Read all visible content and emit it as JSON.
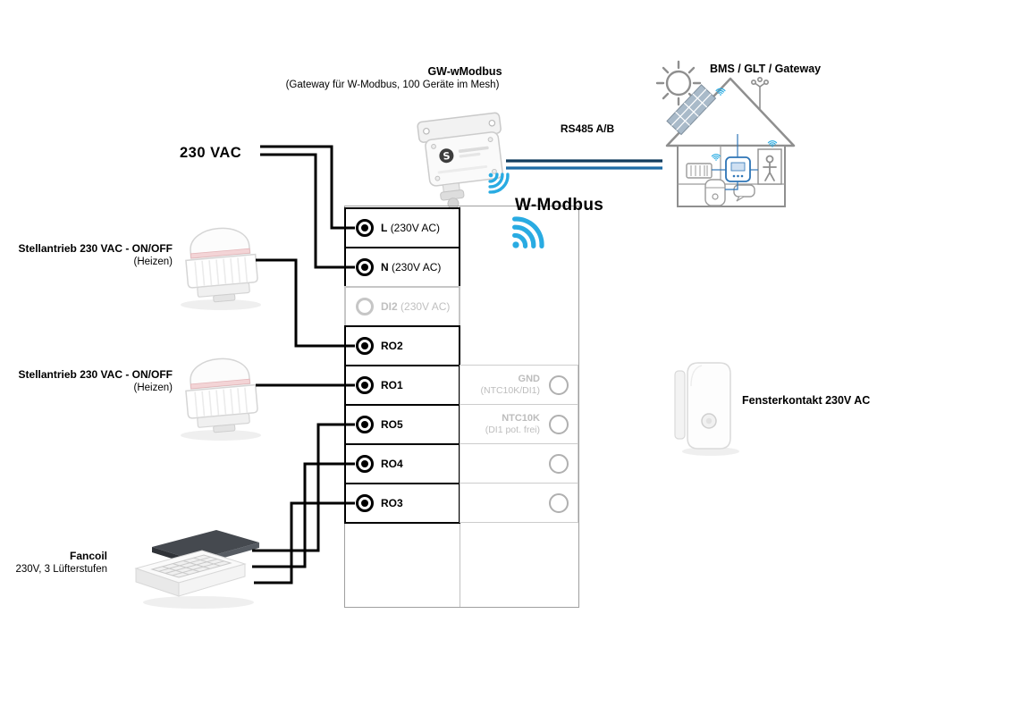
{
  "colors": {
    "wire": "#000000",
    "rs485_a": "#123c5d",
    "rs485_b": "#1c6ba5",
    "wifi_blue": "#29abe2",
    "smart_home_blue": "#2e75b6",
    "inactive_gray": "#bdbdbd"
  },
  "icons": {
    "wifi": "wifi-arcs",
    "sun": "sun",
    "house": "smart-home-building",
    "wind_sensor": "wind-sensor"
  },
  "gateway": {
    "title": "GW-wModbus",
    "subtitle": "(Gateway für W-Modbus, 100 Geräte im Mesh)"
  },
  "connections": {
    "supply": "230 VAC",
    "rs485": "RS485 A/B",
    "wmodbus": "W-Modbus"
  },
  "bms": {
    "label": "BMS / GLT / Gateway"
  },
  "actuator1": {
    "line1": "Stellantrieb 230 VAC - ON/OFF",
    "line2": "(Heizen)"
  },
  "actuator2": {
    "line1": "Stellantrieb 230 VAC - ON/OFF",
    "line2": "(Heizen)"
  },
  "window_contact": {
    "label": "Fensterkontakt 230V AC"
  },
  "fancoil": {
    "line1": "Fancoil",
    "line2": "230V, 3 Lüfterstufen"
  },
  "terminal_block": {
    "left": [
      {
        "label": "L",
        "sub": "(230V AC)",
        "state": "active"
      },
      {
        "label": "N",
        "sub": "(230V AC)",
        "state": "active"
      },
      {
        "label": "DI2",
        "sub": "(230V AC)",
        "state": "inactive"
      },
      {
        "label": "RO2",
        "sub": "",
        "state": "active"
      },
      {
        "label": "RO1",
        "sub": "",
        "state": "active"
      },
      {
        "label": "RO5",
        "sub": "",
        "state": "active"
      },
      {
        "label": "RO4",
        "sub": "",
        "state": "active"
      },
      {
        "label": "RO3",
        "sub": "",
        "state": "active"
      }
    ],
    "right": [
      {
        "line1": "GND",
        "line2": "(NTC10K/DI1)"
      },
      {
        "line1": "NTC10K",
        "line2": "(DI1 pot. frei)"
      },
      {
        "line1": "",
        "line2": ""
      },
      {
        "line1": "",
        "line2": ""
      }
    ]
  }
}
